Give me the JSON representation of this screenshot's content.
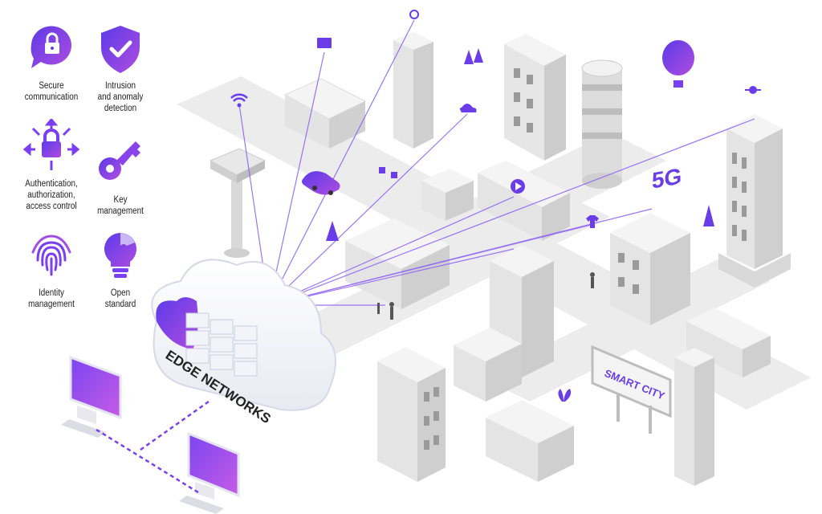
{
  "features": [
    {
      "label": "Secure\ncommunication",
      "icon": "chat-lock-icon"
    },
    {
      "label": "Intrusion\nand anomaly\ndetection",
      "icon": "shield-check-icon"
    },
    {
      "label": "Authentication,\nauthorization,\naccess control",
      "icon": "lock-arrows-icon"
    },
    {
      "label": "Key\nmanagement",
      "icon": "key-icon"
    },
    {
      "label": "Identity\nmanagement",
      "icon": "fingerprint-icon"
    },
    {
      "label": "Open\nstandard",
      "icon": "lightbulb-puzzle-icon"
    }
  ],
  "cloud_label": "EDGE NETWORKS",
  "badge_5g": "5G",
  "billboard_text": "SMART CITY",
  "colors": {
    "accent_purple": "#7B3FF2",
    "accent_violet": "#9B4DE0",
    "building_light": "#F2F2F2",
    "building_mid": "#DADADA",
    "building_dark": "#BDBDBD",
    "street": "#E9E9E9"
  }
}
